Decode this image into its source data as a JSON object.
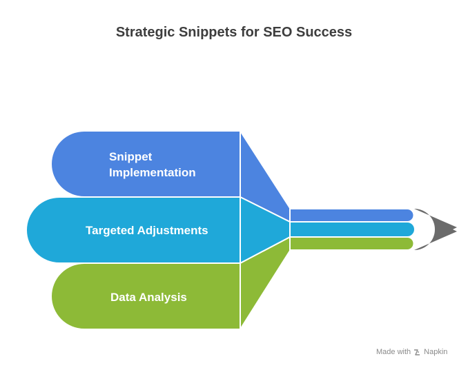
{
  "title": "Strategic Snippets for SEO Success",
  "items": [
    {
      "lines": [
        "Snippet",
        "Implementation"
      ],
      "color": "#4C84E0"
    },
    {
      "lines": [
        "Targeted Adjustments"
      ],
      "color": "#1FA8D9"
    },
    {
      "lines": [
        "Data Analysis"
      ],
      "color": "#8DBA37"
    }
  ],
  "arrow_tip_color": "#6B6B6B",
  "credit": {
    "prefix": "Made with",
    "brand": "Napkin",
    "icon": "napkin-logo-icon"
  }
}
